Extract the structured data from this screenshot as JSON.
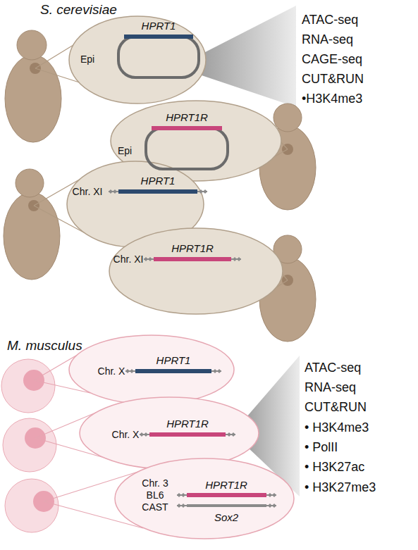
{
  "diagram": {
    "nodes": [
      {
        "text": [
          "Epi",
          "HPRT1"
        ]
      },
      {
        "text": [
          "Epi",
          "HPRT1R"
        ]
      },
      {
        "text": [
          "Chr. XI",
          "HPRT1"
        ]
      },
      {
        "text": [
          "Chr. XI",
          "HPRT1R"
        ]
      },
      {
        "text": [
          "Chr. X",
          "HPRT1"
        ]
      },
      {
        "text": [
          "Chr. X",
          "HPRT1R"
        ]
      },
      {
        "text": [
          "Chr. 3",
          "BL6",
          "CAST",
          "HPRT1R",
          "Sox2"
        ]
      }
    ],
    "labels": [
      "S. cerevisiae",
      "ATAC-seq",
      "RNA-seq",
      "CAGE-seq",
      "CUT&RUN",
      "•H3K4me3",
      "M. musculus",
      "ATAC-seq",
      "RNA-seq",
      "CUT&RUN",
      "• H3K4me3",
      "• PolII",
      "• H3K27ac",
      "• H3K27me3"
    ]
  }
}
